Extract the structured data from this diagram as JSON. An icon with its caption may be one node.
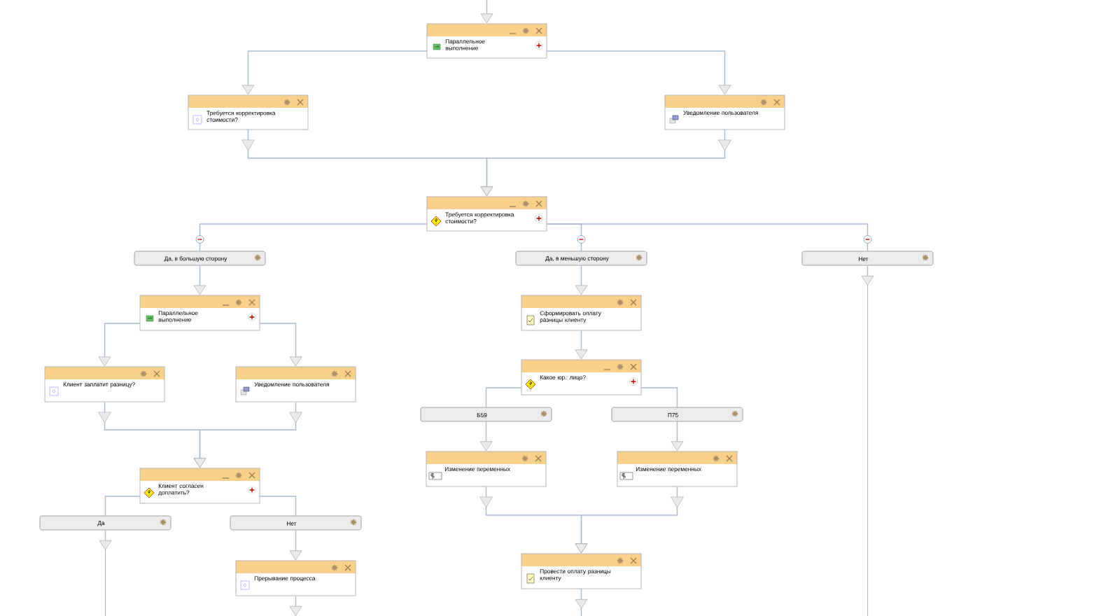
{
  "diagram": {
    "nodes": [
      {
        "text": [
          "Параллельное выполнение"
        ]
      },
      {
        "text": [
          "Требуется корректировка стоимости?"
        ]
      },
      {
        "text": [
          "Уведомление пользователя"
        ]
      },
      {
        "text": [
          "Требуется корректировка стоимости?"
        ]
      },
      {
        "text": [
          "Да, в большую сторону"
        ]
      },
      {
        "text": [
          "Да, в меньшую сторону"
        ]
      },
      {
        "text": [
          "Нет"
        ]
      },
      {
        "text": [
          "Параллельное выполнение"
        ]
      },
      {
        "text": [
          "Клиент заплатит разницу?"
        ]
      },
      {
        "text": [
          "Уведомление пользователя"
        ]
      },
      {
        "text": [
          "Клиент согласен доплатить?"
        ]
      },
      {
        "text": [
          "Да"
        ]
      },
      {
        "text": [
          "Нет"
        ]
      },
      {
        "text": [
          "Прерывание процесса"
        ]
      },
      {
        "text": [
          "Сформировать оплату разницы клиенту"
        ]
      },
      {
        "text": [
          "Какое юр. лицо?"
        ]
      },
      {
        "text": [
          "Б59"
        ]
      },
      {
        "text": [
          "П75"
        ]
      },
      {
        "text": [
          "Изменение переменных"
        ]
      },
      {
        "text": [
          "Изменение переменных"
        ]
      },
      {
        "text": [
          "Провести оплату разницы клиенту"
        ]
      }
    ],
    "edges": [
      {
        "from": null,
        "to": 0,
        "arrow": "to"
      },
      {
        "from": 0,
        "to": 1,
        "arrow": "to"
      },
      {
        "from": 0,
        "to": 2,
        "arrow": "to"
      },
      {
        "from": 1,
        "to": 3,
        "arrow": "to"
      },
      {
        "from": 2,
        "to": 3,
        "arrow": "to"
      },
      {
        "from": 3,
        "to": 4,
        "arrow": "none"
      },
      {
        "from": 3,
        "to": 5,
        "arrow": "none"
      },
      {
        "from": 3,
        "to": 6,
        "arrow": "none"
      },
      {
        "from": 4,
        "to": 7,
        "arrow": "to"
      },
      {
        "from": 7,
        "to": 8,
        "arrow": "to"
      },
      {
        "from": 7,
        "to": 9,
        "arrow": "to"
      },
      {
        "from": 8,
        "to": 10,
        "arrow": "to"
      },
      {
        "from": 9,
        "to": 10,
        "arrow": "to"
      },
      {
        "from": 10,
        "to": 11,
        "arrow": "none"
      },
      {
        "from": 10,
        "to": 12,
        "arrow": "none"
      },
      {
        "from": 11,
        "to": null,
        "arrow": "to"
      },
      {
        "from": 12,
        "to": 13,
        "arrow": "to"
      },
      {
        "from": 13,
        "to": null,
        "arrow": "to"
      },
      {
        "from": 5,
        "to": 14,
        "arrow": "to"
      },
      {
        "from": 14,
        "to": 15,
        "arrow": "to"
      },
      {
        "from": 15,
        "to": 16,
        "arrow": "none"
      },
      {
        "from": 15,
        "to": 17,
        "arrow": "none"
      },
      {
        "from": 16,
        "to": 18,
        "arrow": "to"
      },
      {
        "from": 17,
        "to": 19,
        "arrow": "to"
      },
      {
        "from": 18,
        "to": 20,
        "arrow": "to"
      },
      {
        "from": 19,
        "to": 20,
        "arrow": "to"
      },
      {
        "from": 20,
        "to": null,
        "arrow": "to"
      },
      {
        "from": 6,
        "to": null,
        "arrow": "to"
      }
    ]
  }
}
